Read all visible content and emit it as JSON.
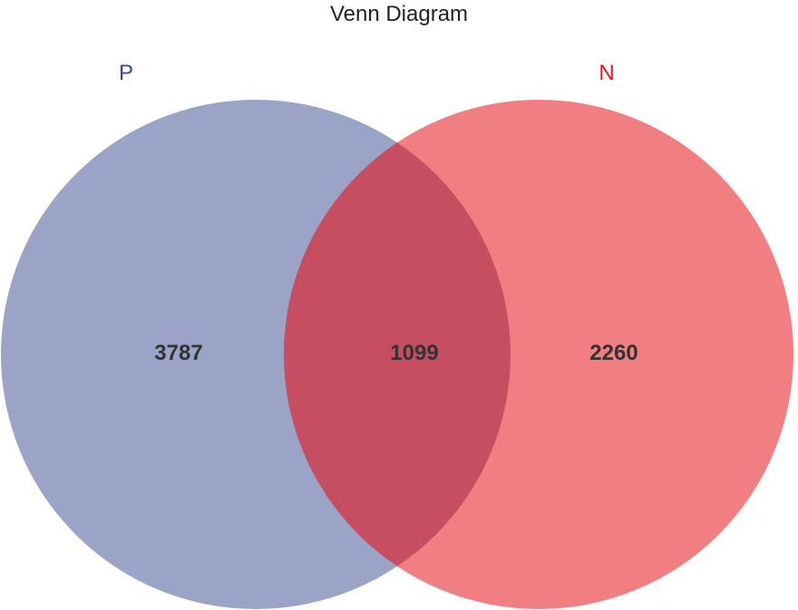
{
  "diagram": {
    "title": "Venn Diagram"
  },
  "sets": [
    {
      "id": "P",
      "label": "P",
      "color": "#9ba3c7",
      "label_color": "#3a4596"
    },
    {
      "id": "N",
      "label": "N",
      "color": "#f17e80",
      "label_color": "#e3171d"
    }
  ],
  "regions": {
    "p_only": "3787",
    "overlap": "1099",
    "n_only": "2260"
  },
  "overlap_color": "#c54e60"
}
